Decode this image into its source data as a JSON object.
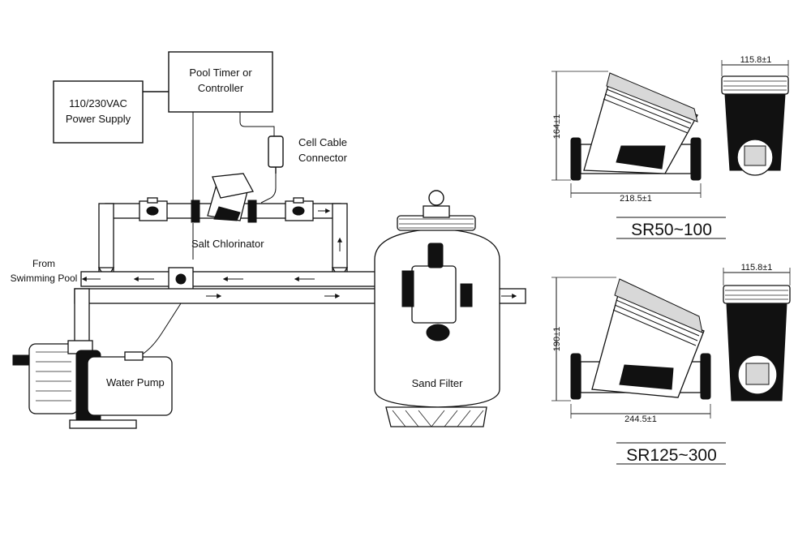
{
  "labels": {
    "power_supply": [
      "110/230VAC",
      "Power Supply"
    ],
    "timer": [
      "Pool Timer or",
      "Controller"
    ],
    "cell_cable": [
      "Cell Cable",
      "Connector"
    ],
    "salt_chlorinator": "Salt Chlorinator",
    "from_pool": [
      "From",
      "Swimming Pool"
    ],
    "water_pump": "Water Pump",
    "sand_filter": "Sand Filter"
  },
  "models": {
    "small": {
      "name": "SR50~100",
      "height_dim": "164±1",
      "length_dim": "218.5±1",
      "width_dim": "115.8±1"
    },
    "large": {
      "name": "SR125~300",
      "height_dim": "190±1",
      "length_dim": "244.5±1",
      "width_dim": "115.8±1"
    }
  }
}
